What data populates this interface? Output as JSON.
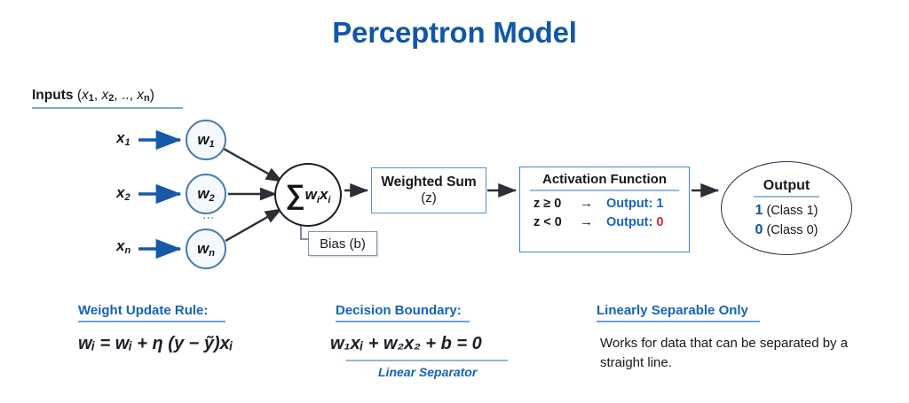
{
  "title": "Perceptron Model",
  "inputs": {
    "label_prefix": "Inputs",
    "label_full": "Inputs (x1, x2, .., xn)",
    "variables": [
      {
        "name": "x1",
        "base": "x",
        "sub": "1"
      },
      {
        "name": "x2",
        "base": "x",
        "sub": "2"
      },
      {
        "name": "xn",
        "base": "x",
        "sub": "n"
      }
    ]
  },
  "weights": {
    "ellipsis": "⋮",
    "nodes": [
      {
        "name": "w1",
        "base": "w",
        "sub": "1"
      },
      {
        "name": "w2",
        "base": "w",
        "sub": "2"
      },
      {
        "name": "wn",
        "base": "w",
        "sub": "n"
      }
    ]
  },
  "sum_node": {
    "sigma": "∑",
    "base": "w",
    "sub1": "i",
    "base2": "x",
    "sub2": "i",
    "full": "∑ wixi"
  },
  "bias": {
    "label": "Bias (b)"
  },
  "weighted_sum": {
    "title": "Weighted Sum",
    "subtitle": "(z)"
  },
  "activation": {
    "title": "Activation Function",
    "rows": [
      {
        "condition": "z ≥ 0",
        "arrow": "→",
        "output_label": "Output: ",
        "output_value": "1",
        "value_color": "#1664c8"
      },
      {
        "condition": "z < 0",
        "arrow": "→",
        "output_label": "Output: ",
        "output_value": "0",
        "value_color": "#d42a2a"
      }
    ]
  },
  "output": {
    "title": "Output",
    "rows": [
      {
        "value": "1",
        "text": " (Class 1)"
      },
      {
        "value": "0",
        "text": " (Class 0)"
      }
    ]
  },
  "sections": {
    "weight_update": {
      "heading": "Weight Update Rule:",
      "formula": "wᵢ = wᵢ + η (y − ỹ)xᵢ"
    },
    "decision_boundary": {
      "heading": "Decision Boundary:",
      "formula": "w₁xᵢ + w₂x₂ + b = 0",
      "caption": "Linear Separator"
    },
    "linearly_separable": {
      "heading": "Linearly Separable Only",
      "body": "Works for data that can be separated by a straight line."
    }
  },
  "colors": {
    "title_blue": "#1257a8",
    "accent_blue": "#1464b4",
    "arrow_blue": "#1559a8",
    "arrow_dark": "#2b2f36",
    "node_border": "#4a7cab",
    "red": "#d42a2a"
  }
}
